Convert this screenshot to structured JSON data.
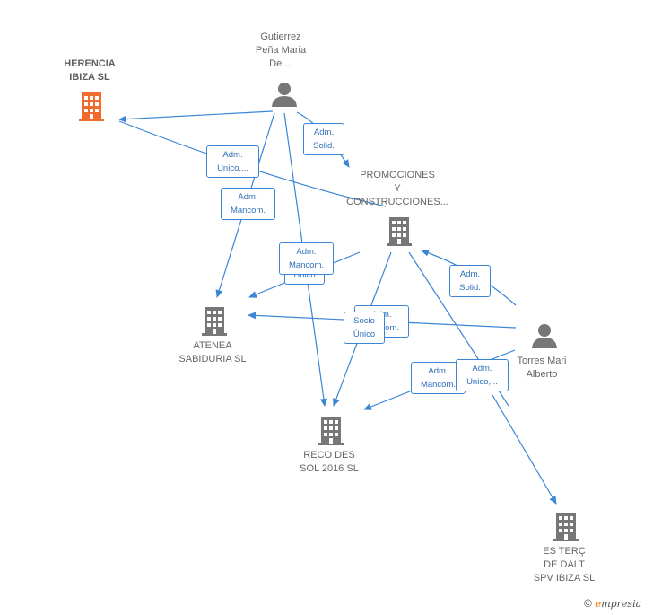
{
  "colors": {
    "edge": "#3a86d4",
    "node": "#777777",
    "focus": "#f26b2e"
  },
  "nodes": {
    "herencia": {
      "icon": "building-icon",
      "lines": [
        "HERENCIA",
        "IBIZA  SL"
      ]
    },
    "gutierrez": {
      "icon": "person-icon",
      "lines": [
        "Gutierrez",
        "Peña Maria",
        "Del..."
      ]
    },
    "promociones": {
      "icon": "building-icon",
      "lines": [
        "PROMOCIONES",
        "Y",
        "CONSTRUCCIONES..."
      ]
    },
    "atenea": {
      "icon": "building-icon",
      "lines": [
        "ATENEA",
        "SABIDURIA SL"
      ]
    },
    "torres": {
      "icon": "person-icon",
      "lines": [
        "Torres Mari",
        "Alberto"
      ]
    },
    "reco": {
      "icon": "building-icon",
      "lines": [
        "RECO DES",
        "SOL 2016   SL"
      ]
    },
    "esterc": {
      "icon": "building-icon",
      "lines": [
        "ES TERÇ",
        "DE DALT",
        "SPV IBIZA  SL"
      ]
    }
  },
  "edge_labels": {
    "adm_solid_1": [
      "Adm.",
      "Solid."
    ],
    "adm_unico_1": [
      "Adm.",
      "Unico,..."
    ],
    "adm_mancom_1": [
      "Adm.",
      "Mancom."
    ],
    "adm_mancom_2": [
      "Adm.",
      "Mancom."
    ],
    "unico_back": [
      "Único"
    ],
    "adm_solid_2": [
      "Adm.",
      "Solid."
    ],
    "adm_mancom_back": [
      "Adm.",
      "Mancom."
    ],
    "socio_unico": [
      "Socio",
      "Único"
    ],
    "adm_mancom_3": [
      "Adm.",
      "Mancom."
    ],
    "adm_unico_2": [
      "Adm.",
      "Unico,..."
    ]
  },
  "footer": {
    "copyright": "©",
    "brand_initial": "e",
    "brand_rest": "mpresia"
  }
}
